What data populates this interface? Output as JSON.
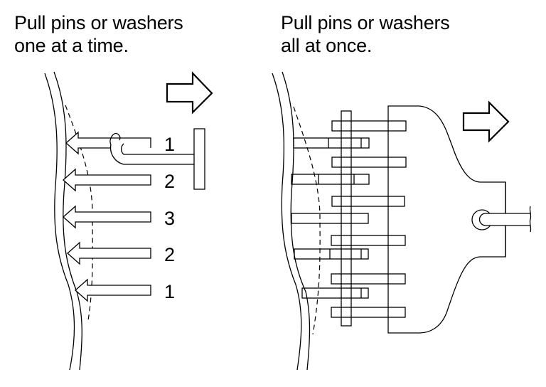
{
  "left_panel": {
    "caption_line1": "Pull pins or washers",
    "caption_line2": "one at a time.",
    "pull_direction_icon": "right-arrow-icon",
    "pin_sequence_labels": [
      "1",
      "2",
      "3",
      "2",
      "1"
    ]
  },
  "right_panel": {
    "caption_line1": "Pull pins or washers",
    "caption_line2": "all at once.",
    "pull_direction_icon": "right-arrow-icon"
  },
  "colors": {
    "line": "#000000",
    "background": "#ffffff"
  }
}
